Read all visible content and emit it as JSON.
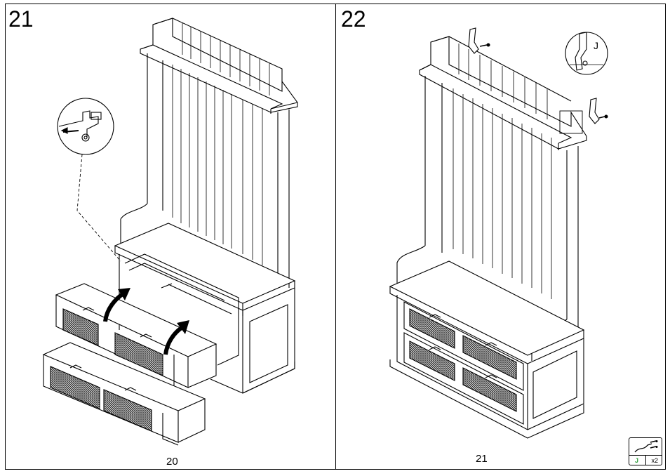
{
  "left_panel": {
    "step_number": "21",
    "page_number": "20"
  },
  "right_panel": {
    "step_number": "22",
    "page_number": "21",
    "callout_letter": "J"
  },
  "part_badge": {
    "part_letter": "J",
    "quantity": "x2",
    "icon": "bracket-screw-icon"
  },
  "colors": {
    "line": "#000000",
    "accent_green": "#2e9c3a",
    "hatch": "#333333"
  }
}
